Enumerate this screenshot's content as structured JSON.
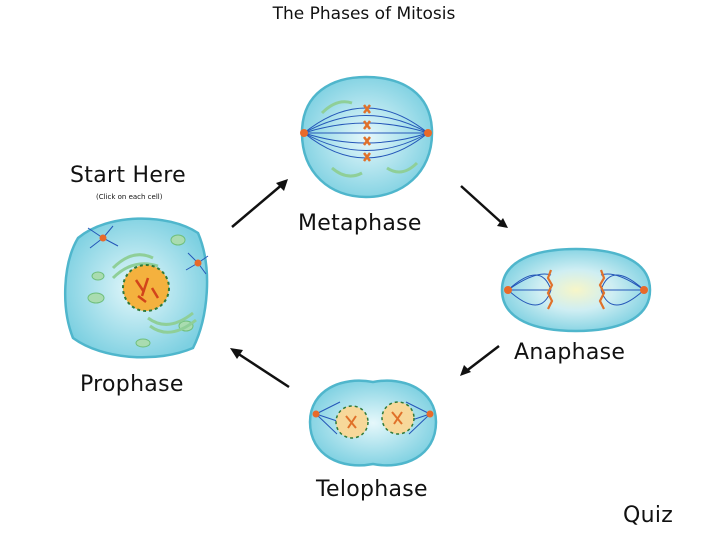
{
  "title": "The Phases of Mitosis",
  "start": {
    "label": "Start Here",
    "hint": "(Click on each cell)"
  },
  "phases": {
    "prophase": "Prophase",
    "metaphase": "Metaphase",
    "anaphase": "Anaphase",
    "telophase": "Telophase"
  },
  "quiz_label": "Quiz",
  "colors": {
    "cytoplasm": "#8fd8e6",
    "membrane": "#4fb6cc",
    "organelle": "#a9dcb0",
    "spindle": "#2456b8",
    "centrosome": "#e86a2a",
    "chromosome": "#e0712a",
    "nucleus": "#f2a233"
  }
}
